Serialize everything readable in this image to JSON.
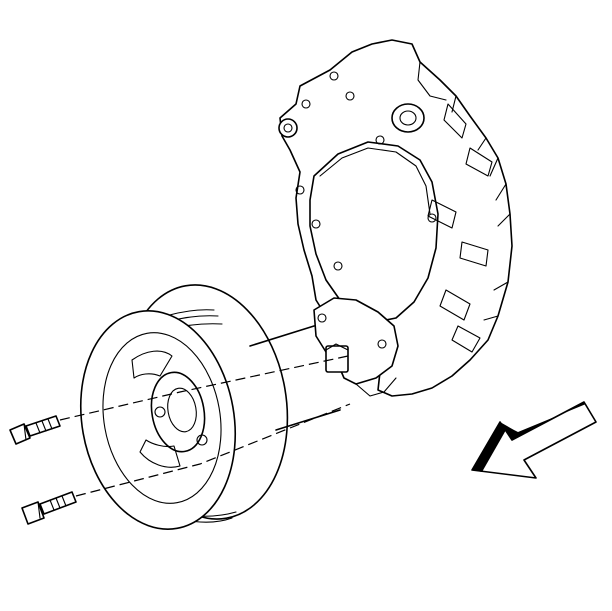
{
  "figure": {
    "type": "exploded-view illustration",
    "components": [
      "engine-front-cover",
      "crankshaft-pulley",
      "pulley-bolt-upper",
      "pulley-bolt-lower",
      "direction-arrow"
    ],
    "text_labels": []
  },
  "colors": {
    "ink": "#000000",
    "paper": "#ffffff"
  },
  "icons": {
    "direction": "arrow-left-down-icon"
  }
}
